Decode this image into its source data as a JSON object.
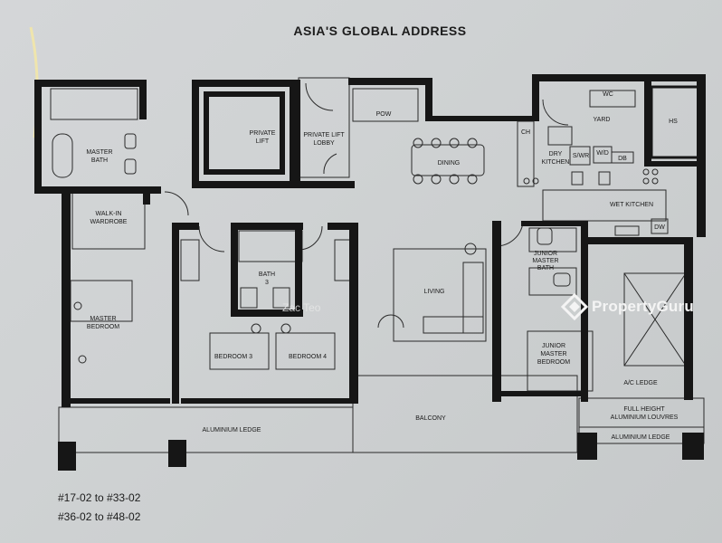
{
  "title": "ASIA'S GLOBAL ADDRESS",
  "units": [
    "#17-02 to #33-02",
    "#36-02 to #48-02"
  ],
  "rooms": {
    "master_bath": [
      "MASTER",
      "BATH"
    ],
    "walk_in_wardrobe": [
      "WALK-IN",
      "WARDROBE"
    ],
    "master_bedroom": [
      "MASTER",
      "BEDROOM"
    ],
    "private_lift": [
      "PRIVATE",
      "LIFT"
    ],
    "private_lift_lobby": [
      "PRIVATE LIFT",
      "LOBBY"
    ],
    "pow": "POW",
    "dining": "DINING",
    "living": "LIVING",
    "bath3": [
      "BATH",
      "3"
    ],
    "bedroom3": "BEDROOM 3",
    "bedroom4": "BEDROOM 4",
    "wc": "WC",
    "yard": "YARD",
    "hs": "HS",
    "dry_kitchen": [
      "DRY",
      "KITCHEN"
    ],
    "swr": "S/WR",
    "wd": "W/D",
    "db": "DB",
    "wet_kitchen": "WET KITCHEN",
    "dw": "DW",
    "ch": "CH",
    "junior_master_bath": [
      "JUNIOR",
      "MASTER",
      "BATH"
    ],
    "junior_master_bedroom": [
      "JUNIOR",
      "MASTER",
      "BEDROOM"
    ],
    "ac_ledge": "A/C LEDGE",
    "balcony": "BALCONY",
    "aluminium_ledge_left": "ALUMINIUM LEDGE",
    "aluminium_ledge_right": "ALUMINIUM LEDGE",
    "louvres": [
      "FULL HEIGHT",
      "ALUMINIUM LOUVRES"
    ]
  },
  "watermark": {
    "brand": "PropertyGuru",
    "agent": "Zac Teo"
  },
  "icons": {
    "watermark_logo": "propertyguru-logo-icon"
  },
  "colors": {
    "wall": "#161616",
    "paper": "#d2d4d6",
    "line": "#2a2a2a"
  }
}
